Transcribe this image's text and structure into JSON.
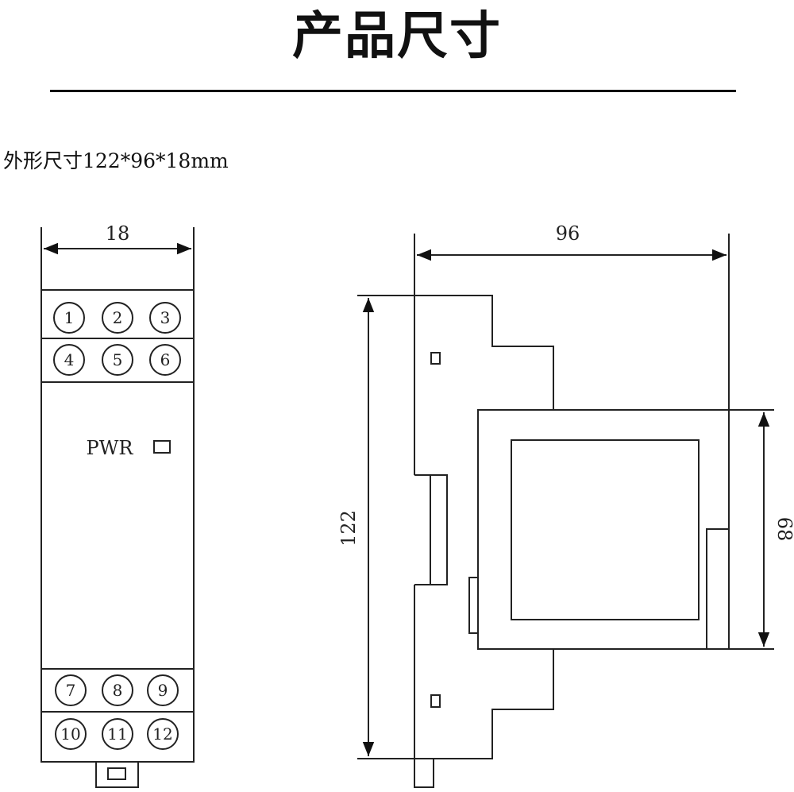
{
  "header": {
    "title": "产品尺寸",
    "subtitle": "外形尺寸122*96*18mm"
  },
  "front_view": {
    "width_dim": "18",
    "terminals_top": [
      "1",
      "2",
      "3",
      "4",
      "5",
      "6"
    ],
    "terminals_bottom": [
      "7",
      "8",
      "9",
      "10",
      "11",
      "12"
    ],
    "pwr_label": "PWR"
  },
  "side_view": {
    "depth_dim": "96",
    "height_dim": "122",
    "front_height_dim": "68"
  }
}
